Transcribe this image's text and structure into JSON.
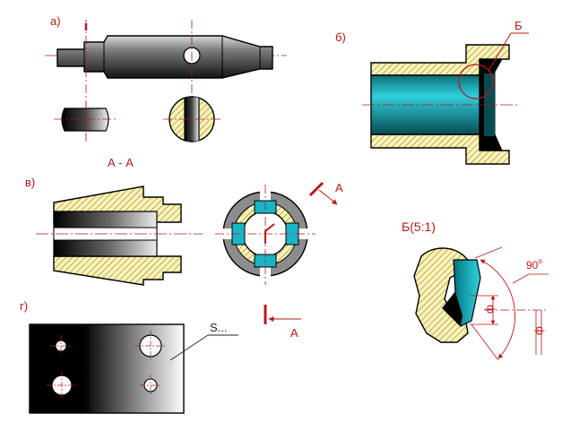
{
  "labels": {
    "a": "а)",
    "b": "б)",
    "v": "в)",
    "g": "г)",
    "section_aa": "А - А",
    "cut_a_top": "А",
    "cut_a_bottom": "А",
    "detail_b": "Б",
    "detail_b_scale": "Б(5:1)",
    "angle_main": "90",
    "angle_sup": "o",
    "phi_1": "ф",
    "phi_2": "ф",
    "plate_s": "S..."
  },
  "colors": {
    "outline": "#000000",
    "hatch_fill": "#fbf2b4",
    "hatch_line": "#6b5a1a",
    "cyan": "#19b5c6",
    "cyan_dark": "#06464d",
    "gray": "#8c8c8c",
    "axis": "#b81818",
    "accent": "#b81818"
  }
}
